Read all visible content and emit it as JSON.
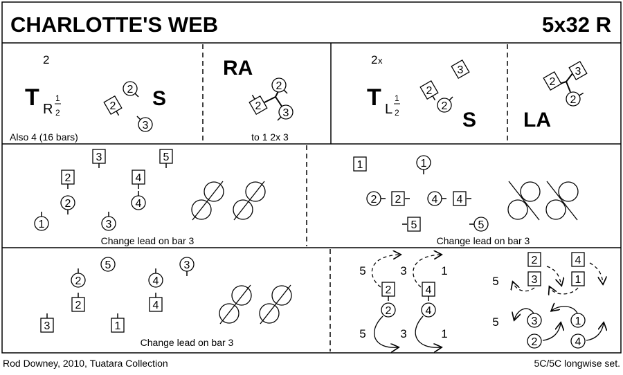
{
  "title": "CHARLOTTE'S WEB",
  "formation_code": "5x32 R",
  "footer": {
    "credit": "Rod Downey, 2010, Tuatara Collection",
    "set": "5C/5C longwise set."
  },
  "row1": {
    "p1": {
      "bar": "2",
      "turn": "T",
      "turn_sub": "R",
      "frac_num": "1",
      "frac_den": "2",
      "letter": "S",
      "note": "Also 4 (16 bars)",
      "dancers": [
        "2",
        "2",
        "3"
      ]
    },
    "p2": {
      "label": "RA",
      "note": "to 1 2x 3",
      "dancers": [
        "2",
        "2",
        "3"
      ]
    },
    "p3": {
      "bar": "2",
      "bar_suffix": "x",
      "turn": "T",
      "turn_sub": "L",
      "frac_num": "1",
      "frac_den": "2",
      "letter": "S",
      "dancers": [
        "3",
        "2",
        "2"
      ]
    },
    "p4": {
      "label": "LA",
      "dancers": [
        "2",
        "3",
        "2"
      ]
    }
  },
  "row2": {
    "left": {
      "caption": "Change lead on bar 3",
      "dancers": [
        "3",
        "5",
        "2",
        "4",
        "2",
        "4",
        "1",
        "3"
      ]
    },
    "right": {
      "caption": "Change lead on bar 3",
      "dancers": [
        "1",
        "1",
        "2",
        "2",
        "4",
        "4",
        "5",
        "5"
      ]
    }
  },
  "row3": {
    "left": {
      "caption": "Change lead on bar 3",
      "dancers": [
        "5",
        "3",
        "2",
        "4",
        "2",
        "4",
        "3",
        "1"
      ]
    },
    "right": {
      "positions": [
        "5",
        "3",
        "1",
        "5",
        "3",
        "1",
        "5",
        "5"
      ],
      "dancers": [
        "2",
        "4",
        "2",
        "4",
        "2",
        "4",
        "3",
        "1",
        "3",
        "1",
        "2",
        "4"
      ]
    }
  }
}
